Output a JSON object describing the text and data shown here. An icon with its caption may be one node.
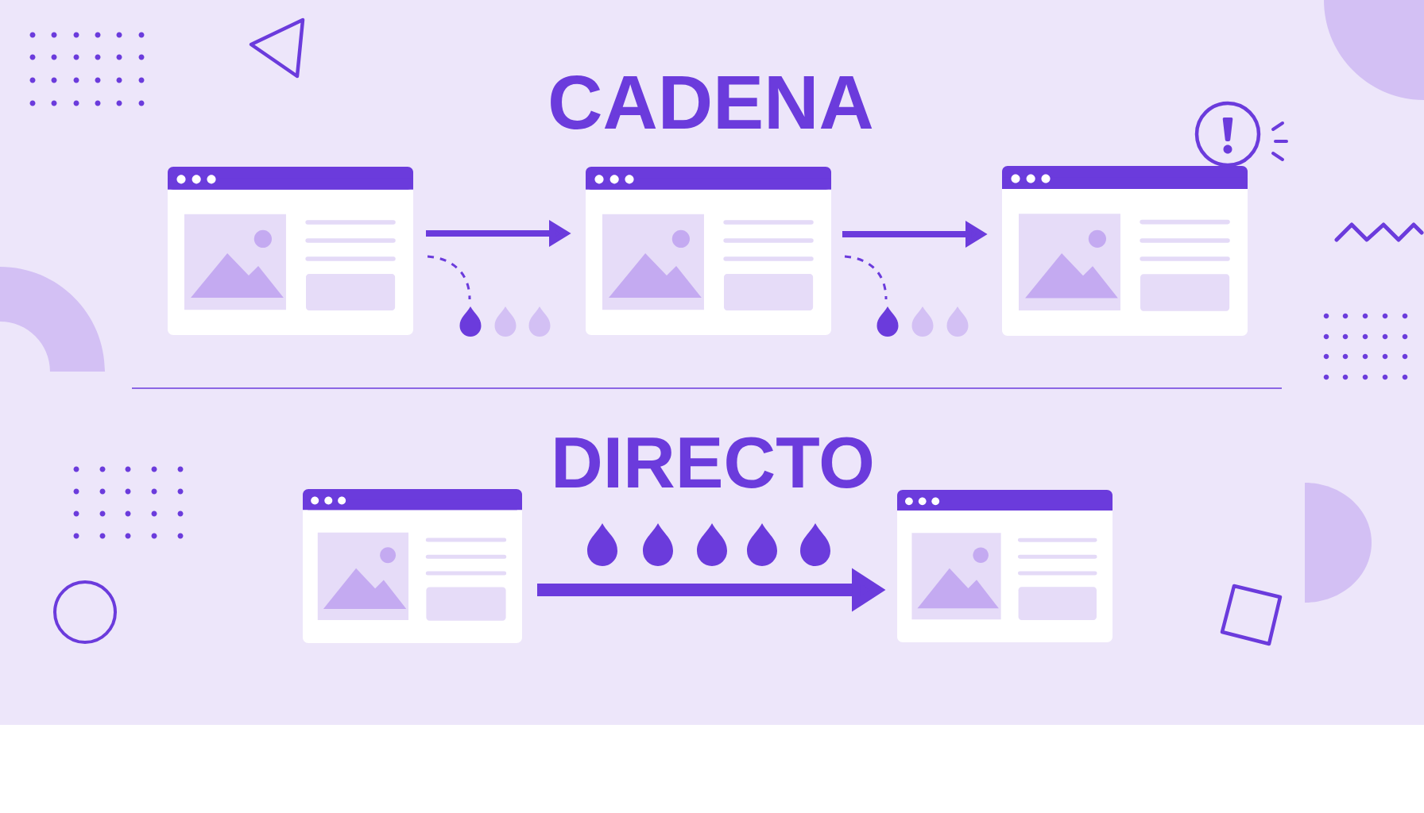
{
  "diagram": {
    "nodes": [
      {
        "text": [],
        "shape": "triangle"
      },
      {
        "text": [],
        "shape": "picture"
      },
      {
        "text": [],
        "shape": "picture"
      },
      {
        "text": [],
        "shape": "picture"
      },
      {
        "text": [],
        "shape": "arc"
      },
      {
        "text": [],
        "shape": "circle"
      },
      {
        "text": [],
        "shape": "picture"
      },
      {
        "text": [],
        "shape": "picture"
      },
      {
        "text": [],
        "shape": "square"
      },
      {
        "text": [],
        "shape": "semicircle"
      }
    ],
    "edges": [
      {
        "from": 1,
        "to": 2,
        "arrow": "to"
      },
      {
        "from": 2,
        "to": 3,
        "arrow": "to"
      },
      {
        "from": 6,
        "to": 7,
        "arrow": "to",
        "style": "thick"
      }
    ],
    "labels": [
      "CADENA",
      "DIRECTO"
    ]
  }
}
